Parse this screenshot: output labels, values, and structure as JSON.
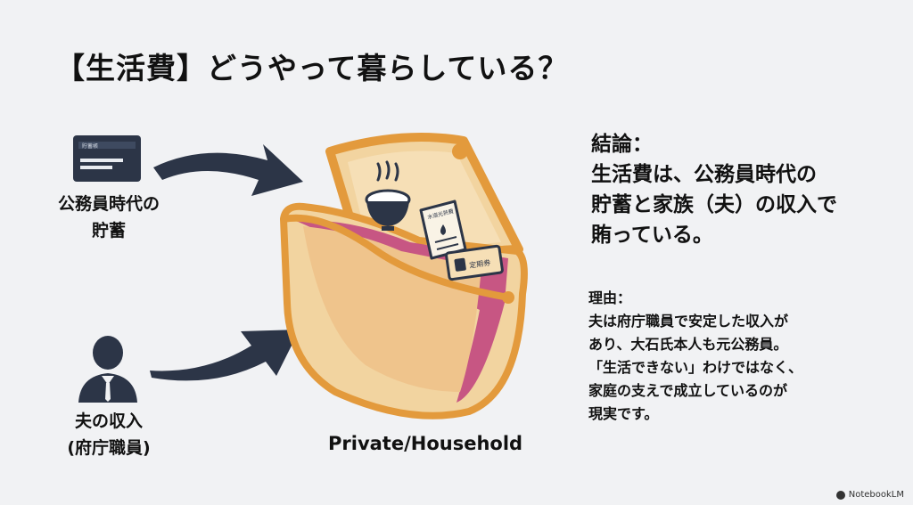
{
  "title": "【生活費】どうやって暮らしている？",
  "left": {
    "savings": {
      "line1": "公務員時代の",
      "line2": "貯蓄",
      "icon": "bankbook-icon",
      "card_text": "貯蓄帳"
    },
    "husband": {
      "line1": "夫の収入",
      "line2": "(府庁職員)",
      "icon": "person-icon"
    }
  },
  "purse": {
    "caption": "Private/Household",
    "items": [
      {
        "icon": "rice-bowl-icon"
      },
      {
        "icon": "receipt-icon",
        "text": "水道光熱費"
      },
      {
        "icon": "train-pass-icon",
        "text": "定期券"
      }
    ]
  },
  "conclusion": {
    "heading": "結論：",
    "lines": [
      "生活費は、公務員時代の",
      "貯蓄と家族（夫）の収入で",
      "賄っている。"
    ]
  },
  "reason": {
    "heading": "理由：",
    "lines": [
      "夫は府庁職員で安定した収入が",
      "あり、大石氏本人も元公務員。",
      "「生活できない」わけではなく、",
      "家庭の支えで成立しているのが",
      "現実です。"
    ]
  },
  "brand": "NotebookLM",
  "colors": {
    "arrow": "#2c3547",
    "purse_frame": "#e39a3c",
    "purse_body": "#f2d4a0",
    "purse_lining": "#c0407e"
  }
}
